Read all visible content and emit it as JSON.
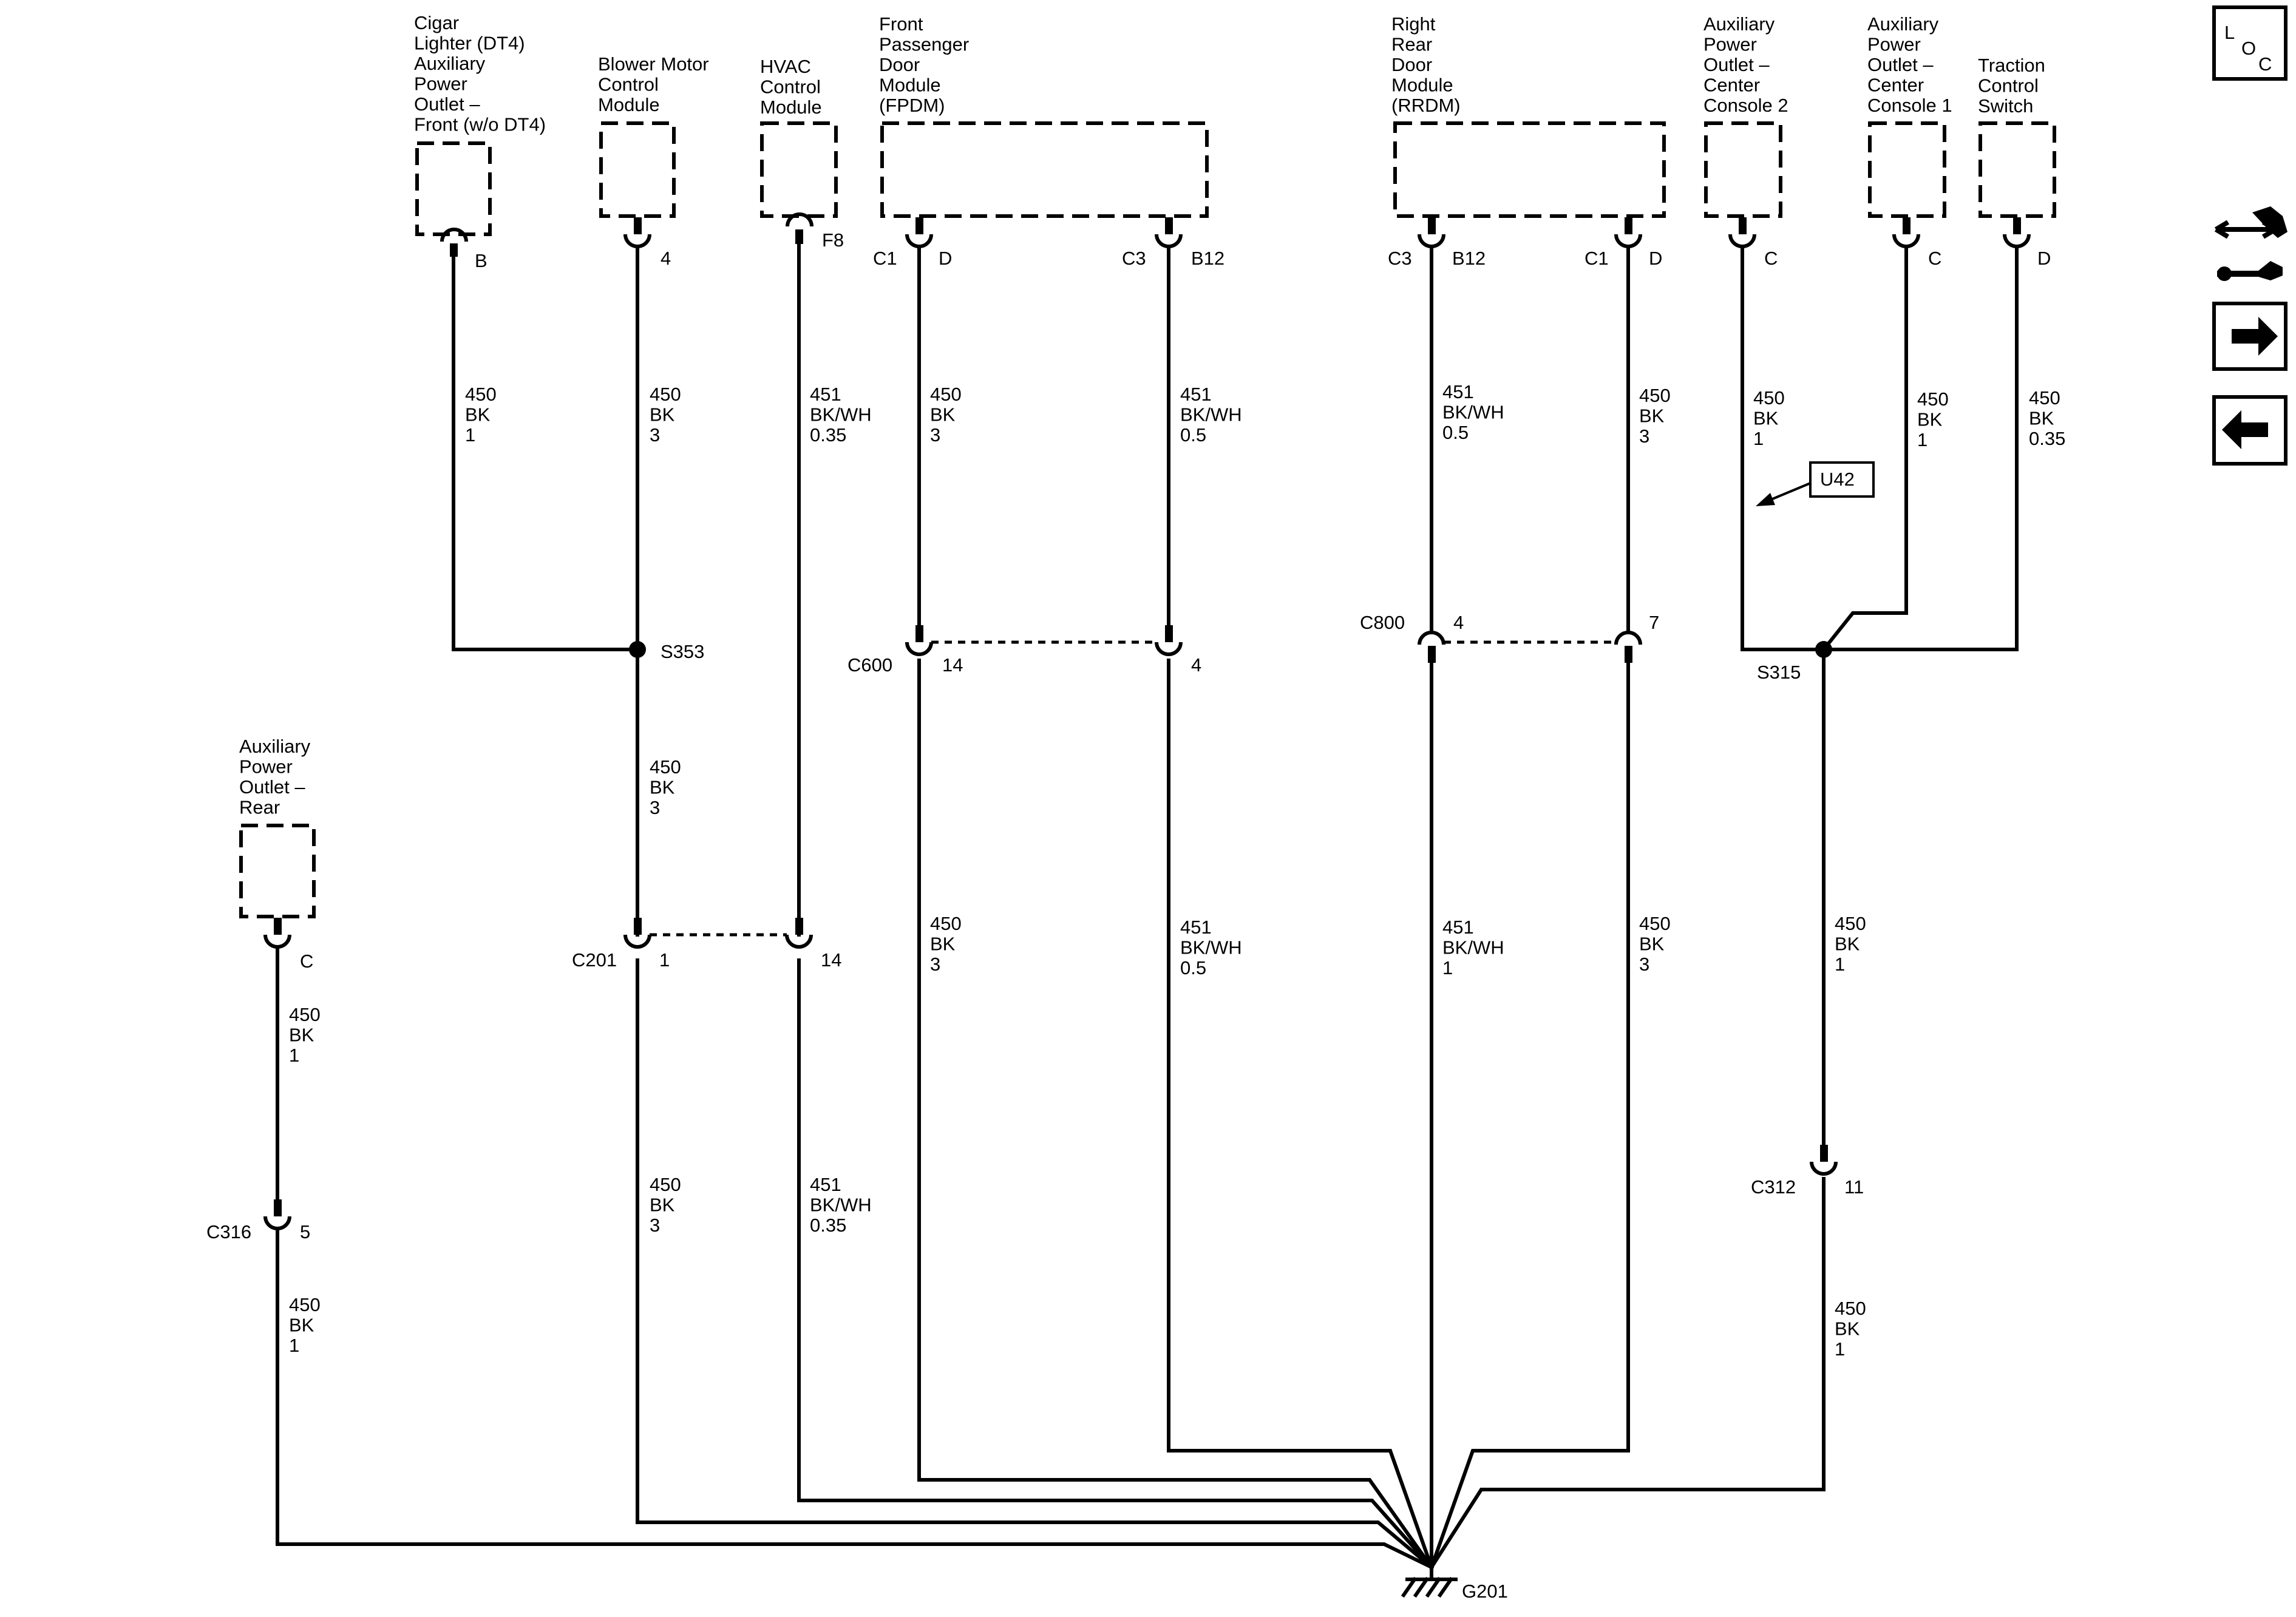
{
  "components": {
    "cigar": "Cigar\nLighter (DT4)\nAuxiliary\nPower\nOutlet –\nFront (w/o DT4)",
    "blower": "Blower Motor\nControl\nModule",
    "hvac": "HVAC\nControl\nModule",
    "fpdm": "Front\nPassenger\nDoor\nModule\n(FPDM)",
    "rrdm": "Right\nRear\nDoor\nModule\n(RRDM)",
    "apo2": "Auxiliary\nPower\nOutlet –\nCenter\nConsole 2",
    "apo1": "Auxiliary\nPower\nOutlet –\nCenter\nConsole 1",
    "tcs": "Traction\nControl\nSwitch",
    "aporear": "Auxiliary\nPower\nOutlet –\nRear"
  },
  "pins": {
    "cigar_b": "B",
    "blower_4": "4",
    "hvac_f8": "F8",
    "fpdm_c1": "C1",
    "fpdm_d": "D",
    "fpdm_c3": "C3",
    "fpdm_b12": "B12",
    "rrdm_c3": "C3",
    "rrdm_b12": "B12",
    "rrdm_c1": "C1",
    "rrdm_d": "D",
    "apo2_c": "C",
    "apo1_c": "C",
    "tcs_d": "D",
    "aporear_c": "C"
  },
  "connectors": {
    "c201": "C201",
    "c201_a": "1",
    "c201_b": "14",
    "c600": "C600",
    "c600_a": "14",
    "c600_b": "4",
    "c800": "C800",
    "c800_a": "4",
    "c800_b": "7",
    "c316": "C316",
    "c316_a": "5",
    "c312": "C312",
    "c312_a": "11"
  },
  "splices": {
    "s353": "S353",
    "s315": "S315"
  },
  "ground": "G201",
  "option_tag": "U42",
  "loc_label": {
    "l": "L",
    "o": "O",
    "c": "C"
  },
  "wires": {
    "w_cigar": "450\nBK\n1",
    "w_blower_top": "450\nBK\n3",
    "w_s353_c201": "450\nBK\n3",
    "w_c201_g": "450\nBK\n3",
    "w_hvac_top": "451\nBK/WH\n0.35",
    "w_hvac_bot": "451\nBK/WH\n0.35",
    "w_fpdm_d_top": "450\nBK\n3",
    "w_fpdm_d_bot": "450\nBK\n3",
    "w_fpdm_b12_top": "451\nBK/WH\n0.5",
    "w_fpdm_b12_bot": "451\nBK/WH\n0.5",
    "w_rrdm_b12_top": "451\nBK/WH\n0.5",
    "w_rrdm_b12_bot": "451\nBK/WH\n1",
    "w_rrdm_d_top": "450\nBK\n3",
    "w_rrdm_d_bot": "450\nBK\n3",
    "w_apo2": "450\nBK\n1",
    "w_apo1": "450\nBK\n1",
    "w_tcs": "450\nBK\n0.35",
    "w_s315_c312": "450\nBK\n1",
    "w_c312_g": "450\nBK\n1",
    "w_rear_top": "450\nBK\n1",
    "w_rear_bot": "450\nBK\n1"
  },
  "icons": {
    "loc": "loc-icon",
    "diag": "connector-tool-icon",
    "next": "arrow-right-icon",
    "prev": "arrow-left-icon"
  }
}
